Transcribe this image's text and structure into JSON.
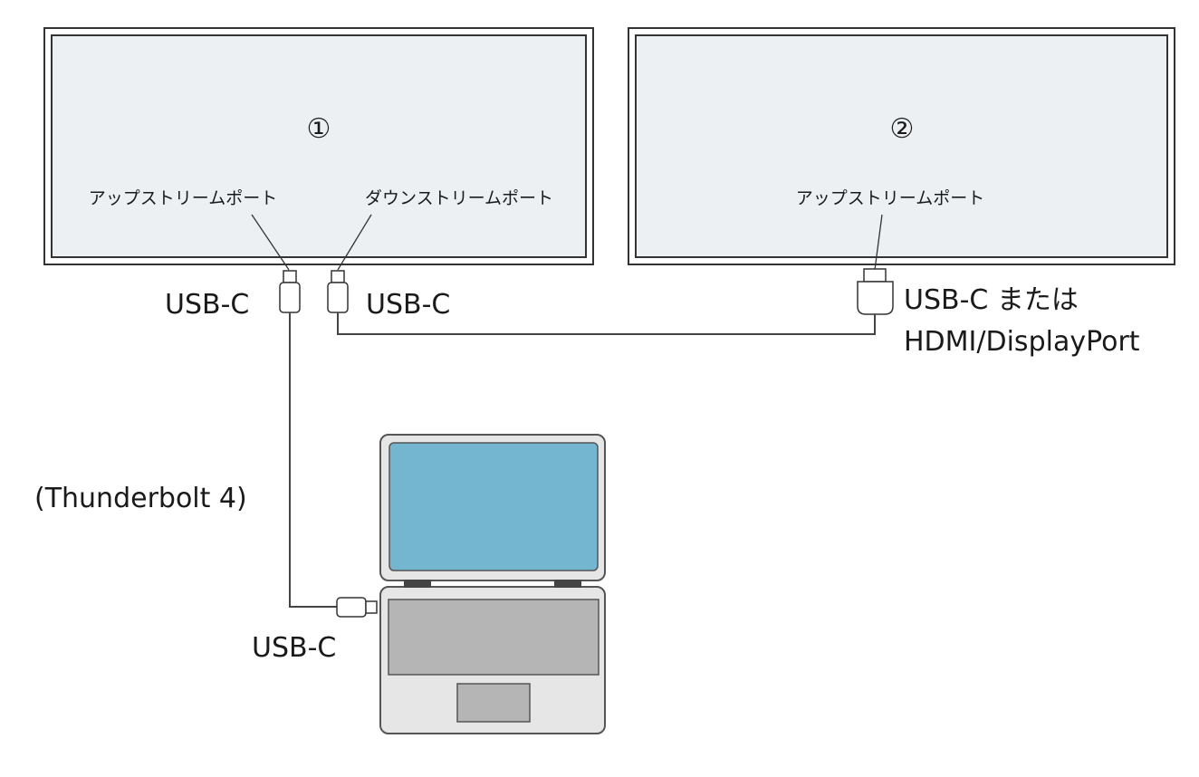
{
  "monitors": [
    {
      "number": "①",
      "ports": [
        "アップストリームポート",
        "ダウンストリームポート"
      ]
    },
    {
      "number": "②",
      "ports": [
        "アップストリームポート"
      ]
    }
  ],
  "connectors": {
    "upstream_1": "USB-C",
    "downstream_1": "USB-C",
    "upstream_2_line1": "USB-C または",
    "upstream_2_line2": "HDMI/DisplayPort",
    "laptop": "USB-C"
  },
  "cable_label": "(Thunderbolt 4)",
  "colors": {
    "monitor_fill": "#ecf0f3",
    "laptop_screen": "#74b5cf",
    "laptop_body": "#e6e6e6",
    "keyboard": "#b5b5b5",
    "outline": "#333333",
    "hinge": "#444444"
  }
}
